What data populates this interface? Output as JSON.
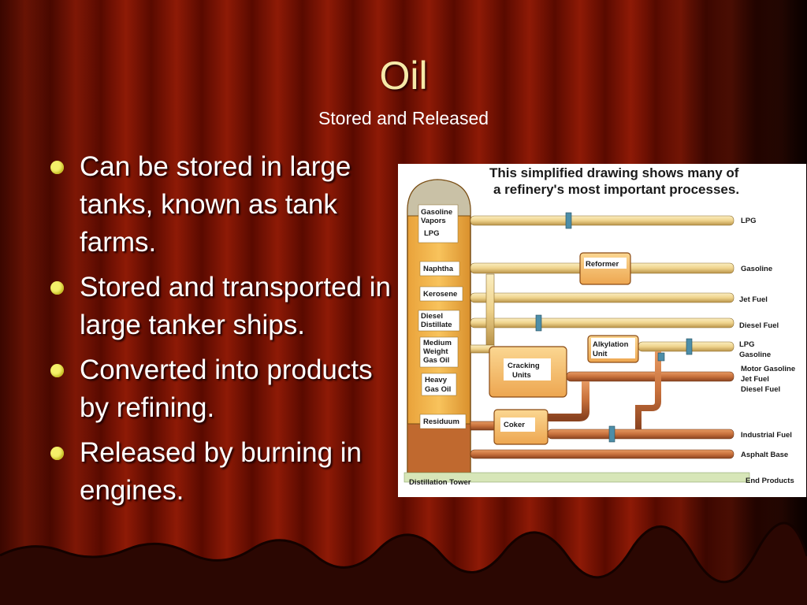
{
  "slide": {
    "title": "Oil",
    "subtitle": "Stored and Released",
    "bullets": [
      "Can be stored in large tanks, known as tank farms.",
      "Stored and transported in large tanker ships.",
      "Converted into products by refining.",
      "Released by burning in engines."
    ]
  },
  "diagram": {
    "heading_line1": "This simplified drawing shows many of",
    "heading_line2": "a refinery's most important processes.",
    "tower_label": "Distillation Tower",
    "end_label": "End Products",
    "tower_fractions": {
      "gasoline_vapors_1": "Gasoline",
      "gasoline_vapors_2": "Vapors",
      "lpg": "LPG",
      "naphtha": "Naphtha",
      "kerosene": "Kerosene",
      "diesel_1": "Diesel",
      "diesel_2": "Distillate",
      "medium_1": "Medium",
      "medium_2": "Weight",
      "medium_3": "Gas Oil",
      "heavy_1": "Heavy",
      "heavy_2": "Gas Oil",
      "residuum": "Residuum"
    },
    "units": {
      "reformer": "Reformer",
      "alkylation_1": "Alkylation",
      "alkylation_2": "Unit",
      "cracking_1": "Cracking",
      "cracking_2": "Units",
      "coker": "Coker"
    },
    "products": {
      "lpg": "LPG",
      "gasoline": "Gasoline",
      "jet_fuel": "Jet Fuel",
      "diesel_fuel": "Diesel Fuel",
      "alky_lpg": "LPG",
      "alky_gasoline": "Gasoline",
      "motor_gasoline": "Motor Gasoline",
      "crack_jet_fuel": "Jet Fuel",
      "crack_diesel_fuel": "Diesel Fuel",
      "industrial_fuel": "Industrial Fuel",
      "asphalt_base": "Asphalt Base"
    }
  },
  "colors": {
    "title": "#f6e9a8",
    "bullet_dot": "#f4f06a",
    "pipe_light": "#f2d99a",
    "pipe_dark": "#c8713c",
    "unit_fill": "#f8c57a",
    "tower_fill": "#f3b24a"
  }
}
